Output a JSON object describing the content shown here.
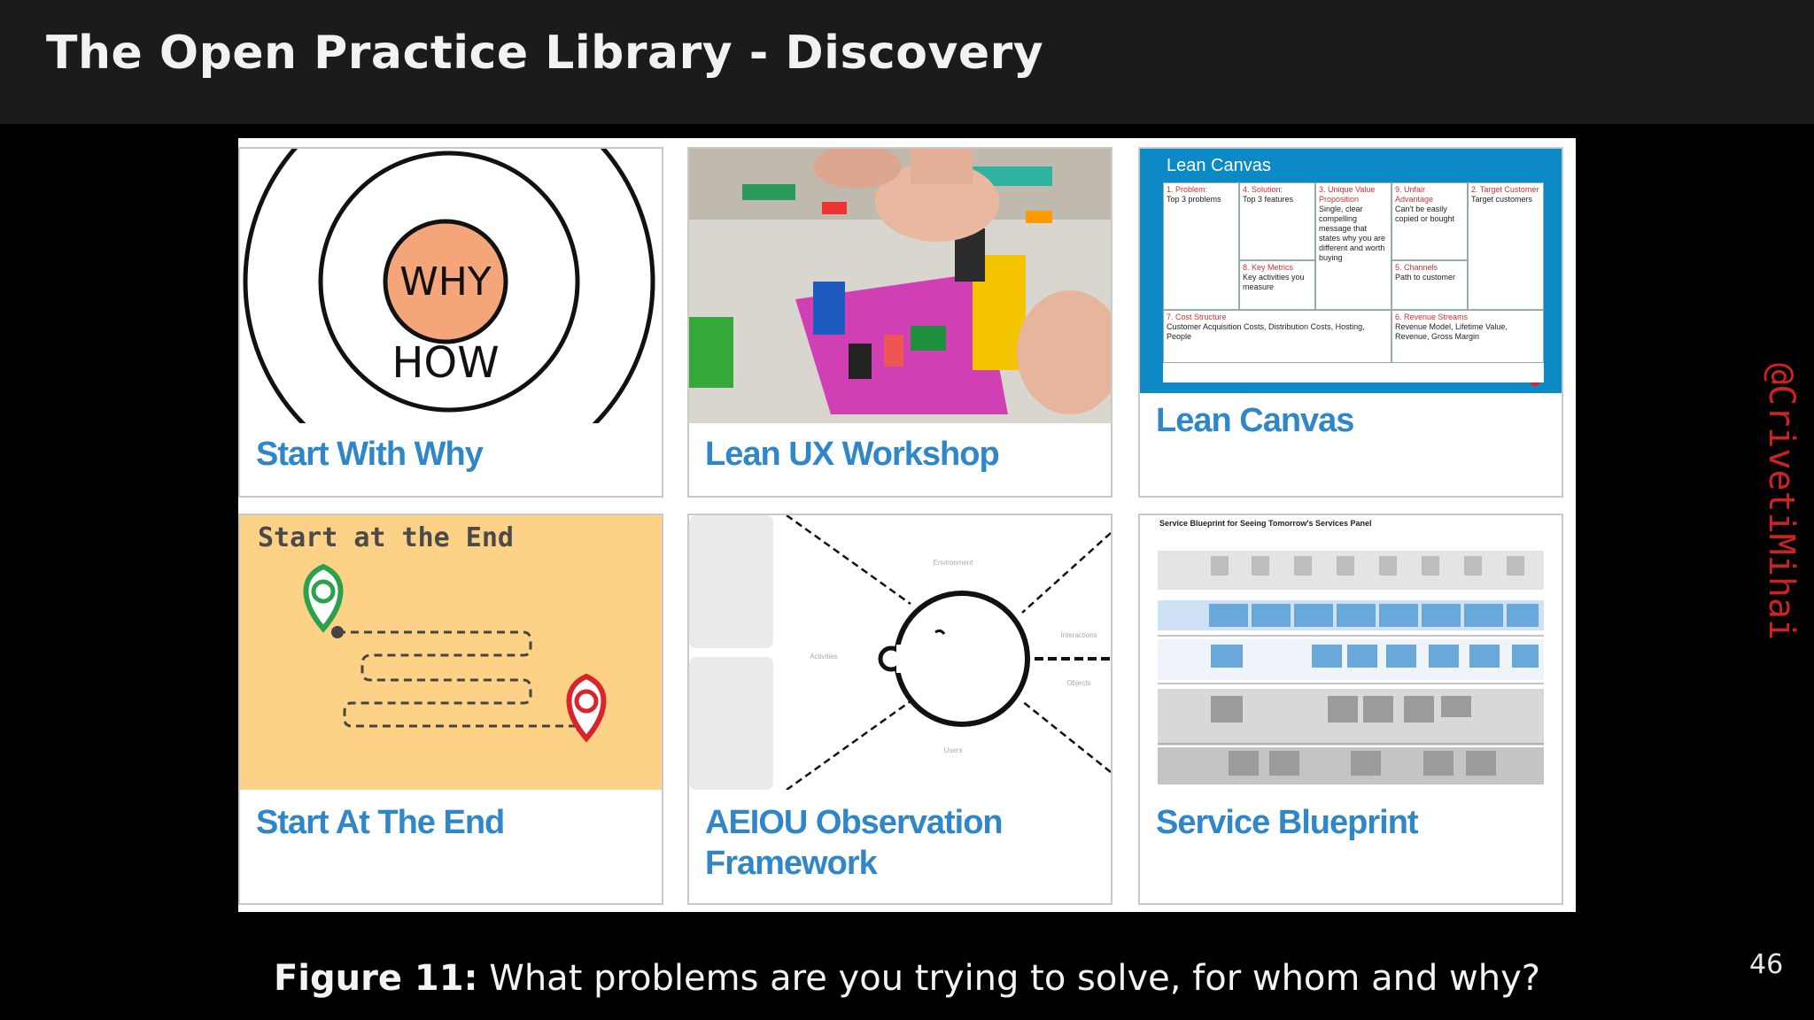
{
  "header": {
    "title": "The Open Practice Library - Discovery"
  },
  "cards": [
    {
      "title": "Start With Why",
      "image": {
        "why": "WHY",
        "how": "HOW"
      }
    },
    {
      "title": "Lean UX Workshop"
    },
    {
      "title": "Lean Canvas",
      "image": {
        "heading": "Lean Canvas",
        "cells": [
          {
            "head": "1. Problem:",
            "body": "Top 3 problems"
          },
          {
            "head": "4. Solution:",
            "body": "Top 3 features"
          },
          {
            "head": "3. Unique Value Proposition",
            "body": "Single, clear compelling message that states why you are different and worth buying"
          },
          {
            "head": "9. Unfair Advantage",
            "body": "Can't be easily copied or bought"
          },
          {
            "head": "2. Target Customer",
            "body": "Target customers"
          },
          {
            "head": "8. Key Metrics",
            "body": "Key activities you measure"
          },
          {
            "head": "5. Channels",
            "body": "Path to customer"
          },
          {
            "head": "7. Cost Structure",
            "body": "Customer Acquisition Costs, Distribution Costs, Hosting, People"
          },
          {
            "head": "6. Revenue Streams",
            "body": "Revenue Model, Lifetime Value, Revenue, Gross Margin"
          }
        ]
      }
    },
    {
      "title": "Start At The End",
      "image": {
        "heading": "Start at the End"
      }
    },
    {
      "title_lines": [
        "AEIOU Observation",
        "Framework"
      ],
      "image": {
        "labels": [
          "Environment",
          "Interactions",
          "Activities",
          "Objects",
          "Users"
        ]
      }
    },
    {
      "title": "Service Blueprint",
      "image": {
        "heading": "Service Blueprint for Seeing Tomorrow's Services Panel"
      }
    }
  ],
  "caption": {
    "label": "Figure 11:",
    "text": "What problems are you trying to solve, for whom and why?"
  },
  "page_number": "46",
  "watermark": "@CrivetiMihai",
  "colors": {
    "title_blue": "#2f86c9",
    "canvas_blue": "#0b8ac6",
    "watermark_red": "#cc2222",
    "end_bg": "#fdd186"
  }
}
